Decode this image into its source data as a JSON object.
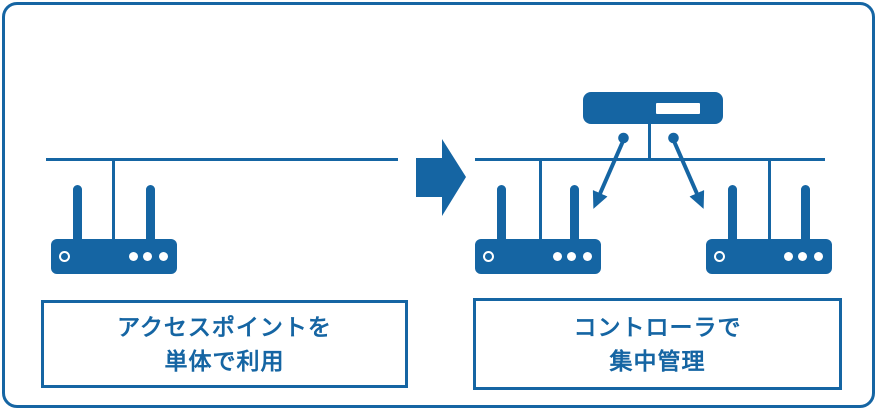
{
  "colors": {
    "primary": "#1565a3",
    "device_fill": "#1565a3",
    "background": "#ffffff",
    "device_detail": "#ffffff"
  },
  "captions": {
    "left": {
      "line1": "アクセスポイントを",
      "line2": "単体で利用"
    },
    "right": {
      "line1": "コントローラで",
      "line2": "集中管理"
    }
  },
  "icons": {
    "access_point": "access-point-icon",
    "controller": "controller-icon",
    "transition_arrow": "right-arrow-icon",
    "management_arrows": "down-arrow-icon"
  }
}
